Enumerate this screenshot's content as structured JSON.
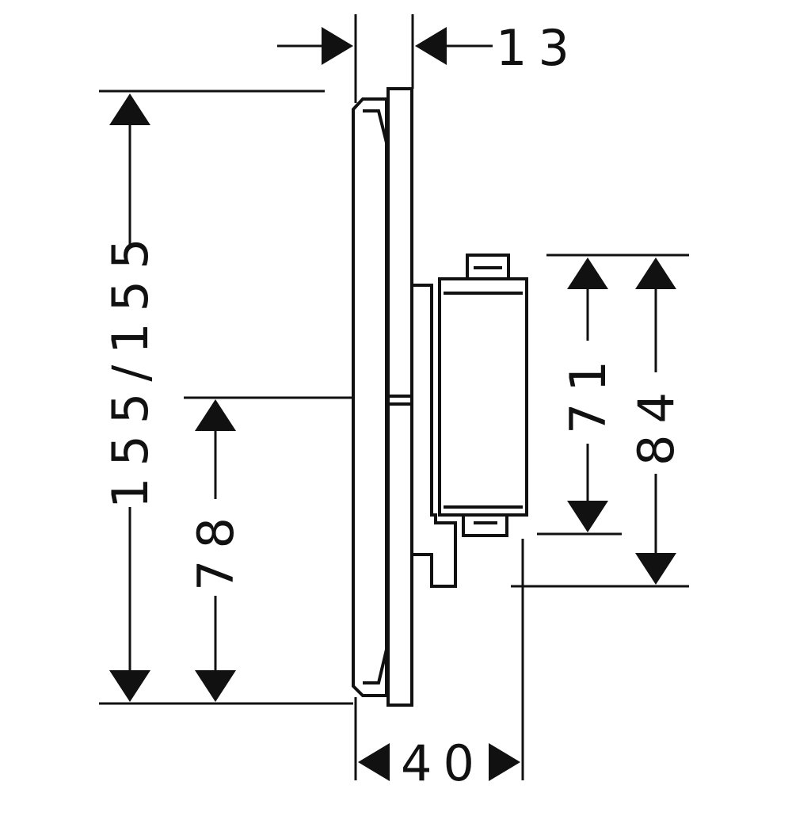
{
  "dimensions": {
    "top_thickness": "13",
    "overall_height": "155/155",
    "lower_half_height": "78",
    "bottom_depth": "40",
    "inner_height": "71",
    "outer_height": "84"
  }
}
